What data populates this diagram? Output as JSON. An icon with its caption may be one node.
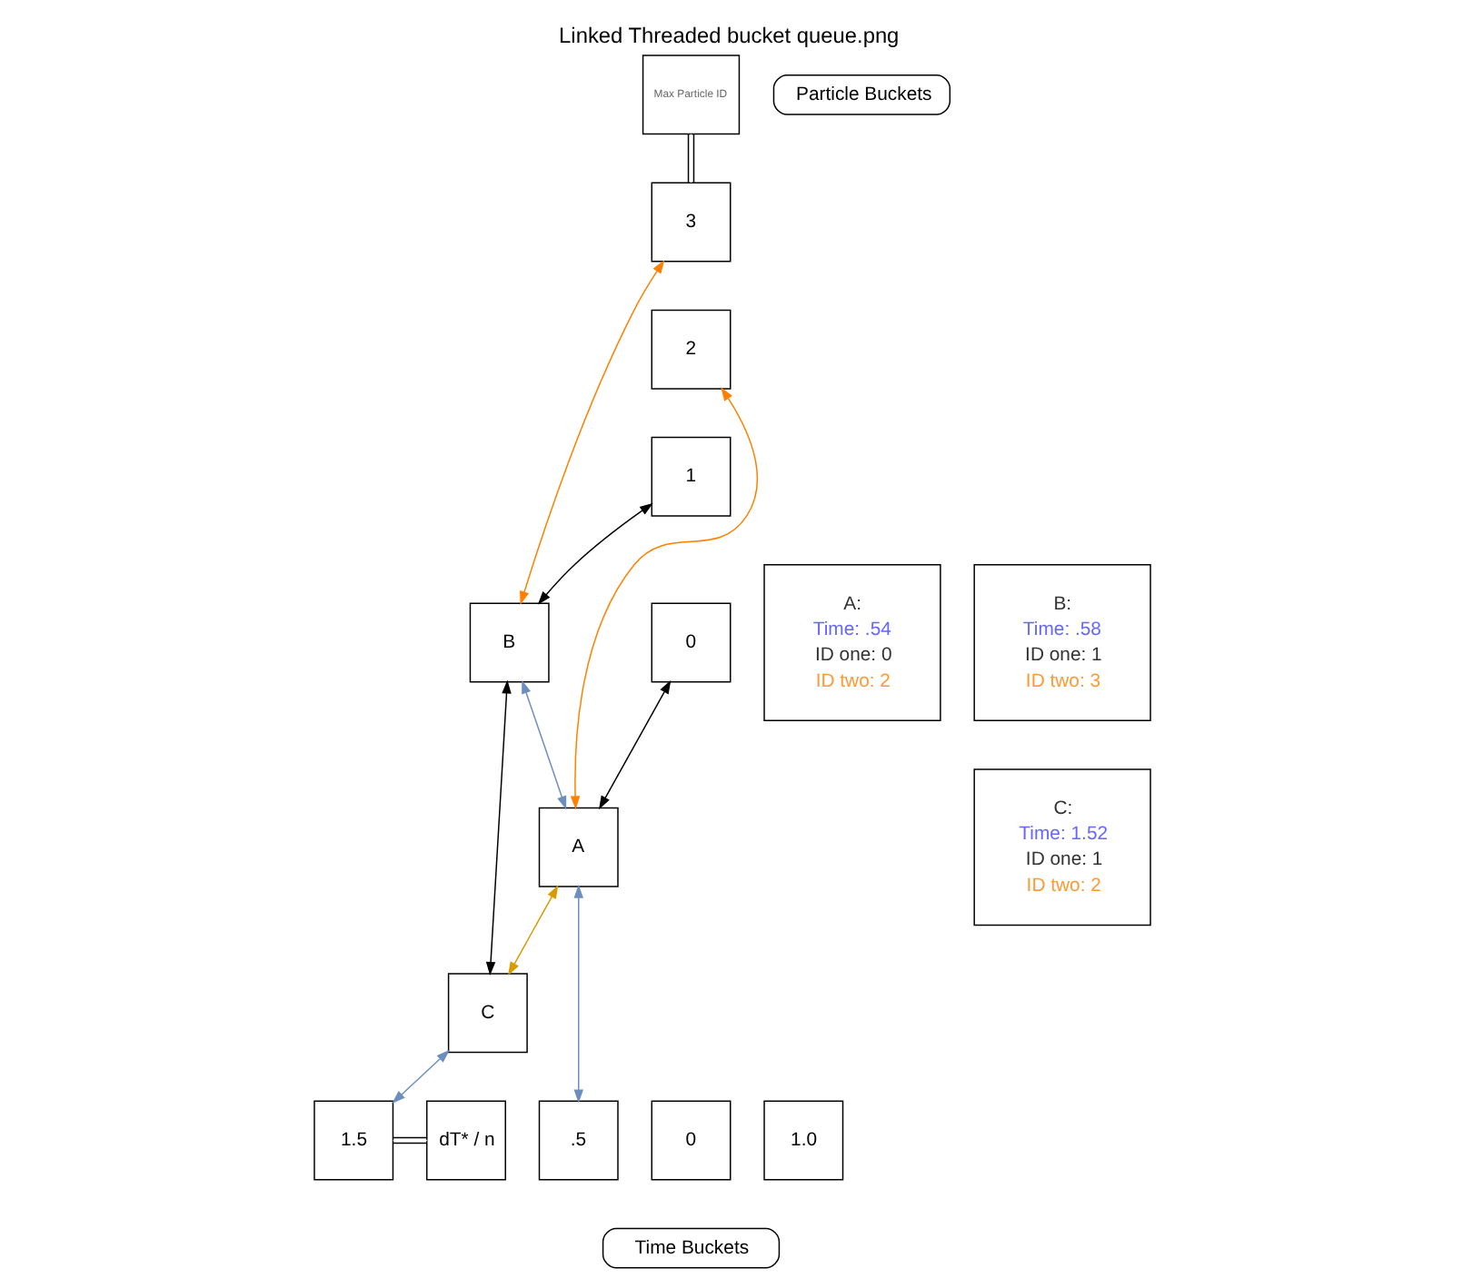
{
  "diagram": {
    "title": "Linked Threaded bucket queue.png",
    "nodes": [
      {
        "text": [
          "Max Particle ID"
        ]
      },
      {
        "text": [
          "3"
        ]
      },
      {
        "text": [
          "2"
        ]
      },
      {
        "text": [
          "1"
        ]
      },
      {
        "text": [
          "0"
        ]
      },
      {
        "text": [
          "B"
        ]
      },
      {
        "text": [
          "A"
        ]
      },
      {
        "text": [
          "C"
        ]
      },
      {
        "text": [
          "A:",
          "Time: .54",
          "ID one: 0",
          "ID two: 2"
        ]
      },
      {
        "text": [
          "B:",
          "Time: .58",
          "ID one: 1",
          "ID two: 3"
        ]
      },
      {
        "text": [
          "C:",
          "Time: 1.52",
          "ID one: 1",
          "ID two: 2"
        ]
      },
      {
        "text": [
          "Particle Buckets"
        ]
      },
      {
        "text": [
          "0"
        ]
      },
      {
        "text": [
          ".5"
        ]
      },
      {
        "text": [
          "1.0"
        ]
      },
      {
        "text": [
          "1.5"
        ]
      },
      {
        "text": [
          "dT* / n"
        ]
      },
      {
        "text": [
          "Time Buckets"
        ]
      }
    ],
    "edges": [
      {
        "from": 0,
        "to": 1,
        "arrow": "none"
      },
      {
        "from": 1,
        "to": 5,
        "arrow": "both",
        "color": "#ff8000"
      },
      {
        "from": 3,
        "to": 5,
        "arrow": "both"
      },
      {
        "from": 5,
        "to": 7,
        "arrow": "both"
      },
      {
        "from": 5,
        "to": 6,
        "arrow": "both",
        "color": "#6c8ebf"
      },
      {
        "from": 2,
        "to": 6,
        "arrow": "both",
        "color": "#ff8000"
      },
      {
        "from": 4,
        "to": 6,
        "arrow": "both"
      },
      {
        "from": 6,
        "to": 7,
        "arrow": "both",
        "color": "#d79b00"
      },
      {
        "from": 6,
        "to": 13,
        "arrow": "both",
        "color": "#6c8ebf"
      },
      {
        "from": 7,
        "to": 15,
        "arrow": "both",
        "color": "#6c8ebf"
      },
      {
        "from": 15,
        "to": 16,
        "arrow": "none"
      }
    ]
  }
}
